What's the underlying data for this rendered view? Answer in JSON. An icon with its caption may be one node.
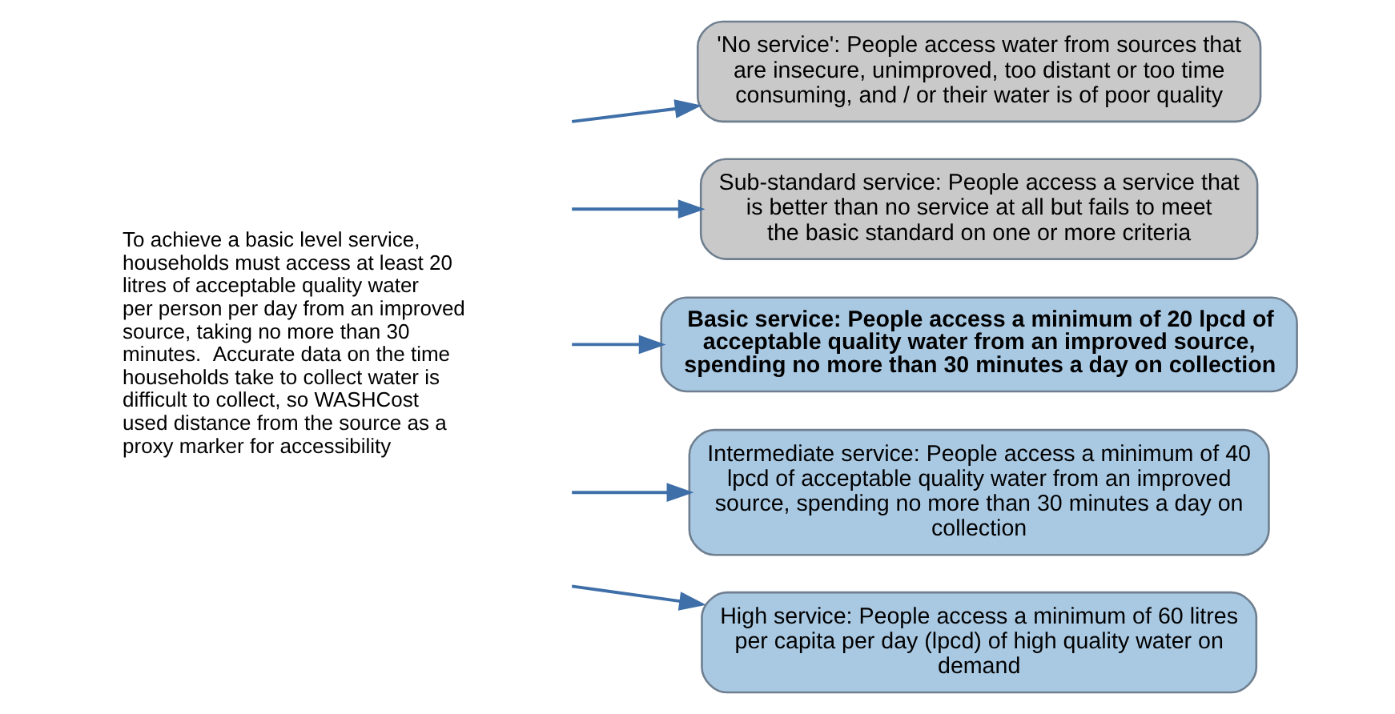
{
  "diagram": {
    "nodes": [
      {
        "text": [
          "High service: People access a minimum of 60 litres per capita per day (lpcd) of high quality water on demand"
        ]
      },
      {
        "text": [
          "Intermediate service: People access a minimum of 40 lpcd of acceptable quality water from an improved source, spending no more than 30 minutes a day on collection"
        ]
      },
      {
        "text": [
          "Basic service: People access a minimum of 20 lpcd of acceptable quality water from an improved source, spending no more than 30 minutes a day on collection"
        ]
      },
      {
        "text": [
          "Sub-standard service: People access a service that is better than no service at all but fails to meet the basic standard on one or more criteria"
        ]
      },
      {
        "text": [
          "'No service': People access water from sources that are insecure, unimproved, too distant or too time consuming, and / or their water is of poor quality"
        ]
      }
    ],
    "edges": [
      {
        "from": null,
        "to": 0,
        "arrow": "to"
      },
      {
        "from": null,
        "to": 1,
        "arrow": "to"
      },
      {
        "from": null,
        "to": 2,
        "arrow": "to"
      },
      {
        "from": null,
        "to": 3,
        "arrow": "to"
      },
      {
        "from": null,
        "to": 4,
        "arrow": "to"
      }
    ],
    "labels": [
      "To achieve a basic level service, households must access at least 20 litres of acceptable quality water per person per day from an improved source, taking no more than 30 minutes.  Accurate data on the time households take to collect water is difficult to collect, so WASHCost used distance from the source as a proxy marker for accessibility"
    ]
  }
}
